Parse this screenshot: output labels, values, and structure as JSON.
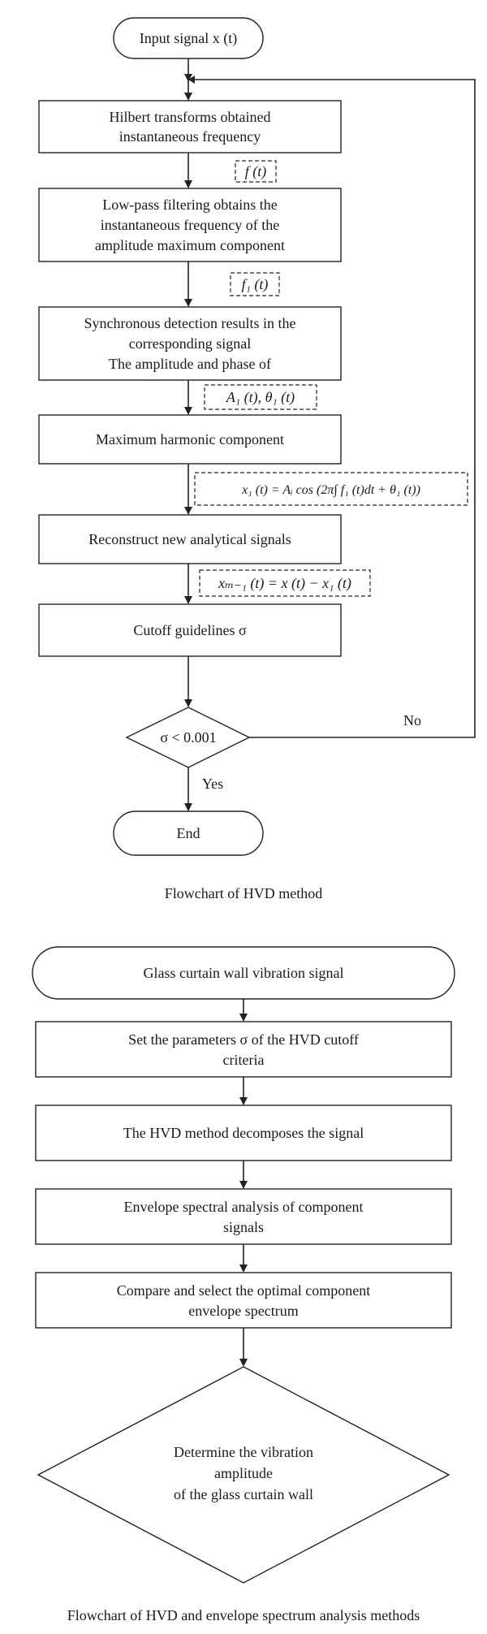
{
  "flowchart1": {
    "start": "Input signal x (t)",
    "step1": [
      "Hilbert transforms obtained",
      "instantaneous frequency"
    ],
    "signal1": "f (t)",
    "step2": [
      "Low-pass filtering obtains the",
      "instantaneous frequency of the",
      "amplitude maximum component"
    ],
    "signal2": "f₁ (t)",
    "step3": [
      "Synchronous detection results in the",
      "corresponding signal",
      "The amplitude and phase of"
    ],
    "signal3": "A₁ (t), θ₁ (t)",
    "step4": "Maximum harmonic component",
    "signal4": "x₁ (t) = Aᵢ cos (2π∫ f₁ (t)dt + θ₁ (t))",
    "step5": "Reconstruct new analytical signals",
    "signal5": "xₘ₋₁ (t) = x (t) − x₁ (t)",
    "step6": "Cutoff guidelines σ",
    "decision": "σ < 0.001",
    "no_label": "No",
    "yes_label": "Yes",
    "end": "End",
    "caption": "Flowchart of HVD method"
  },
  "flowchart2": {
    "start": "Glass curtain wall vibration signal",
    "step1": [
      "Set the parameters σ of the HVD cutoff",
      "criteria"
    ],
    "step2": "The HVD method decomposes the signal",
    "step3": [
      "Envelope spectral analysis of component",
      "signals"
    ],
    "step4": [
      "Compare and select the optimal component",
      "envelope spectrum"
    ],
    "decision": [
      "Determine the vibration",
      "amplitude",
      "of the glass curtain wall"
    ],
    "caption": "Flowchart of HVD and envelope spectrum analysis methods"
  }
}
